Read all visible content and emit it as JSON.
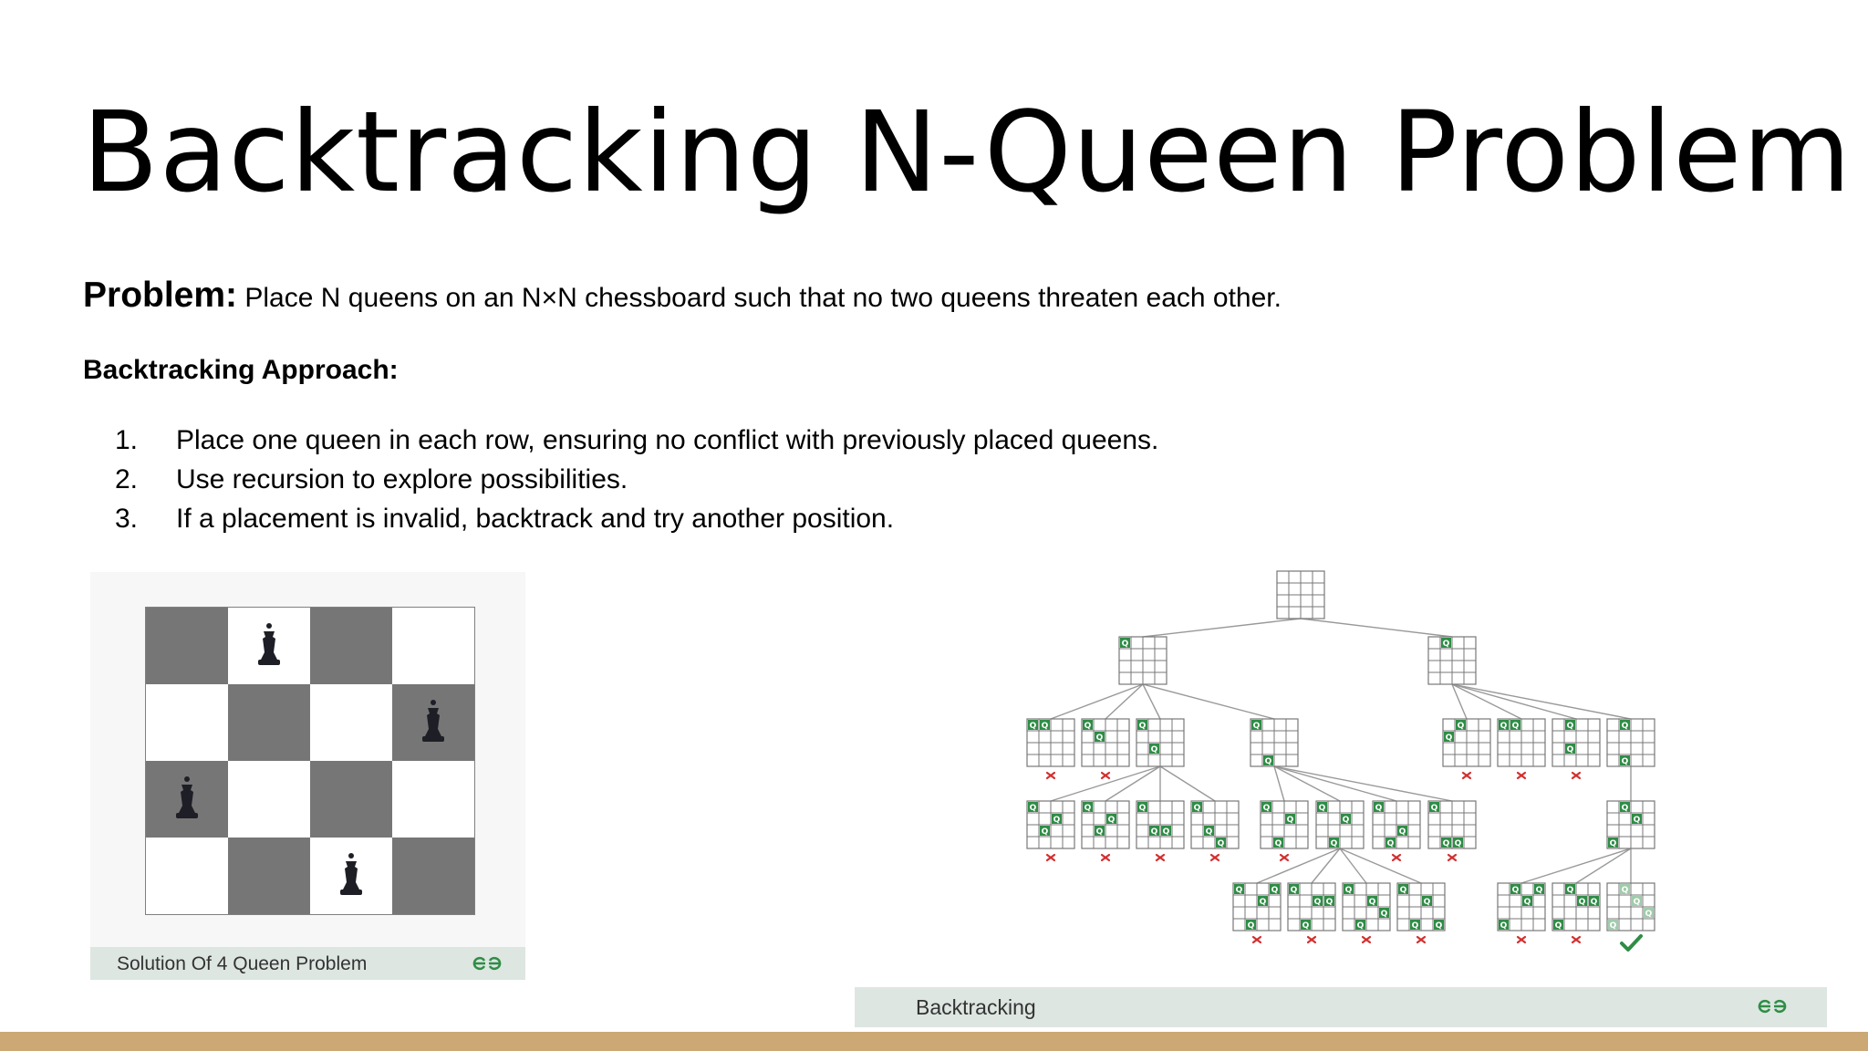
{
  "slide": {
    "title": "Backtracking N-Queen Problem",
    "problem_label": "Problem:",
    "problem_text": "Place N queens on an N×N chessboard such that no two queens threaten each other.",
    "approach_heading": "Backtracking Approach:",
    "steps": [
      {
        "num": "1.",
        "text": "Place one queen in each row, ensuring no conflict with previously placed queens."
      },
      {
        "num": "2.",
        "text": "Use recursion to explore possibilities."
      },
      {
        "num": "3.",
        "text": "If a placement is invalid, backtrack and try another position."
      }
    ]
  },
  "board_figure": {
    "caption": "Solution Of 4 Queen Problem",
    "queen_columns": [
      2,
      4,
      1,
      3
    ],
    "logo": "gfg-logo-icon",
    "colors": {
      "dark": "#767676",
      "light": "#ffffff"
    }
  },
  "tree_figure": {
    "caption": "Backtracking",
    "logo": "gfg-logo-icon",
    "queen_mark": "Q",
    "colors": {
      "queen": "#2f8d46",
      "fail": "#d32f2f",
      "success": "#2f8d46"
    }
  },
  "theme": {
    "caption_bg": "#dde6e1",
    "bottom_bar": "#cca875"
  }
}
